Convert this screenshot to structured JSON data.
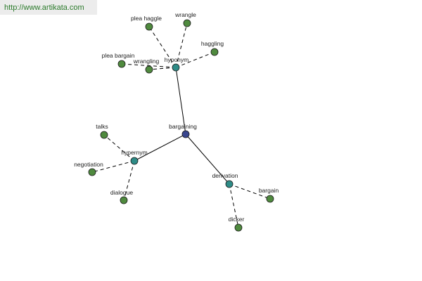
{
  "watermark": "http://www.artikata.com",
  "colors": {
    "root": "#39468f",
    "relation": "#2e8c87",
    "leaf": "#4f8a3e"
  },
  "graph": {
    "nodes": [
      {
        "id": "bargaining",
        "label": "bargaining",
        "kind": "root"
      },
      {
        "id": "hyponym",
        "label": "hyponym",
        "kind": "relation"
      },
      {
        "id": "hypernym",
        "label": "hypernym",
        "kind": "relation"
      },
      {
        "id": "derivation",
        "label": "derivation",
        "kind": "relation"
      },
      {
        "id": "plea-haggle",
        "label": "plea haggle",
        "kind": "leaf"
      },
      {
        "id": "wrangle",
        "label": "wrangle",
        "kind": "leaf"
      },
      {
        "id": "haggling",
        "label": "haggling",
        "kind": "leaf"
      },
      {
        "id": "plea-bargain",
        "label": "plea bargain",
        "kind": "leaf"
      },
      {
        "id": "wrangling",
        "label": "wrangling",
        "kind": "leaf"
      },
      {
        "id": "talks",
        "label": "talks",
        "kind": "leaf"
      },
      {
        "id": "negotiation",
        "label": "negotiation",
        "kind": "leaf"
      },
      {
        "id": "dialogue",
        "label": "dialogue",
        "kind": "leaf"
      },
      {
        "id": "bargain",
        "label": "bargain",
        "kind": "leaf"
      },
      {
        "id": "dicker",
        "label": "dicker",
        "kind": "leaf"
      }
    ],
    "edges": [
      {
        "from": "bargaining",
        "to": "hyponym",
        "style": "solid"
      },
      {
        "from": "bargaining",
        "to": "hypernym",
        "style": "solid"
      },
      {
        "from": "bargaining",
        "to": "derivation",
        "style": "solid"
      },
      {
        "from": "hyponym",
        "to": "plea-haggle",
        "style": "dashed"
      },
      {
        "from": "hyponym",
        "to": "wrangle",
        "style": "dashed"
      },
      {
        "from": "hyponym",
        "to": "haggling",
        "style": "dashed"
      },
      {
        "from": "hyponym",
        "to": "plea-bargain",
        "style": "dashed"
      },
      {
        "from": "hyponym",
        "to": "wrangling",
        "style": "dashed"
      },
      {
        "from": "hypernym",
        "to": "talks",
        "style": "dashed"
      },
      {
        "from": "hypernym",
        "to": "negotiation",
        "style": "dashed"
      },
      {
        "from": "hypernym",
        "to": "dialogue",
        "style": "dashed"
      },
      {
        "from": "derivation",
        "to": "bargain",
        "style": "dashed"
      },
      {
        "from": "derivation",
        "to": "dicker",
        "style": "dashed"
      }
    ]
  }
}
